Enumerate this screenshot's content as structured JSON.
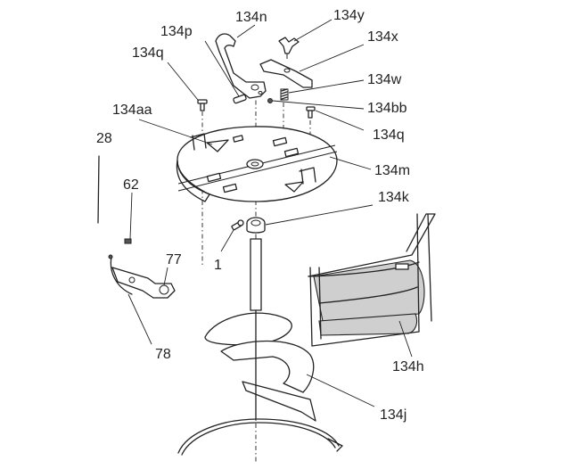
{
  "callouts": {
    "c134n": "134n",
    "c134y": "134y",
    "c134p": "134p",
    "c134x": "134x",
    "c134q_top": "134q",
    "c134w": "134w",
    "c134aa": "134aa",
    "c134bb": "134bb",
    "c134q_right": "134q",
    "c28": "28",
    "c134m": "134m",
    "c62": "62",
    "c134k": "134k",
    "c1": "1",
    "c77": "77",
    "c78": "78",
    "c134h": "134h",
    "c134j": "134j"
  },
  "colors": {
    "line": "#222222",
    "basket_fill": "#cfcfcf",
    "background": "#ffffff"
  }
}
